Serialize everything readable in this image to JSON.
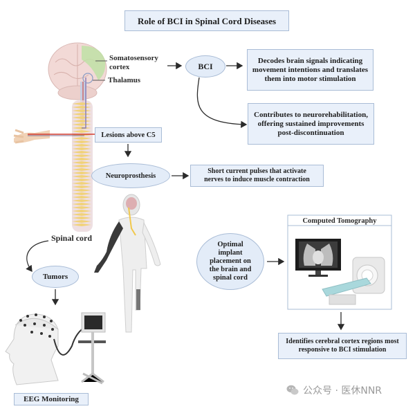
{
  "title": "Role of BCI in Spinal Cord Diseases",
  "anatomy": {
    "somatosensory_label": [
      "Somatosensory",
      "cortex"
    ],
    "thalamus_label": "Thalamus",
    "spinal_cord_label": "Spinal cord"
  },
  "nodes": {
    "bci": "BCI",
    "decodes": [
      "Decodes brain signals indicating",
      "movement intentions and translates",
      "them into motor stimulation"
    ],
    "neurorehab": [
      "Contributes to neurorehabilitation,",
      "offering sustained improvements",
      "post-discontinuation"
    ],
    "lesions": "Lesions above C5",
    "neuroprosthesis": "Neuroprosthesis",
    "pulses": [
      "Short current pulses that activate",
      "nerves to induce muscle contraction"
    ],
    "tumors": "Tumors",
    "eeg": "EEG Monitoring",
    "optimal": [
      "Optimal",
      "implant",
      "placement on",
      "the brain and",
      "spinal cord"
    ],
    "ct_title": "Computed Tomography",
    "identifies": [
      "Identifies cerebral cortex regions most",
      "responsive to BCI stimulation"
    ]
  },
  "watermark": {
    "icon": "wechat-icon",
    "text": "公众号 · 医休NNR"
  },
  "colors": {
    "box_fill": "#e9f0fa",
    "box_border": "#a9bcd6",
    "ellipse_fill": "#e3ecf8",
    "arrow": "#2b2b2b",
    "cortex_green": "#a8d08d",
    "nerve_red": "#d23b2f",
    "vertebra_yellow": "#f1d27a"
  }
}
